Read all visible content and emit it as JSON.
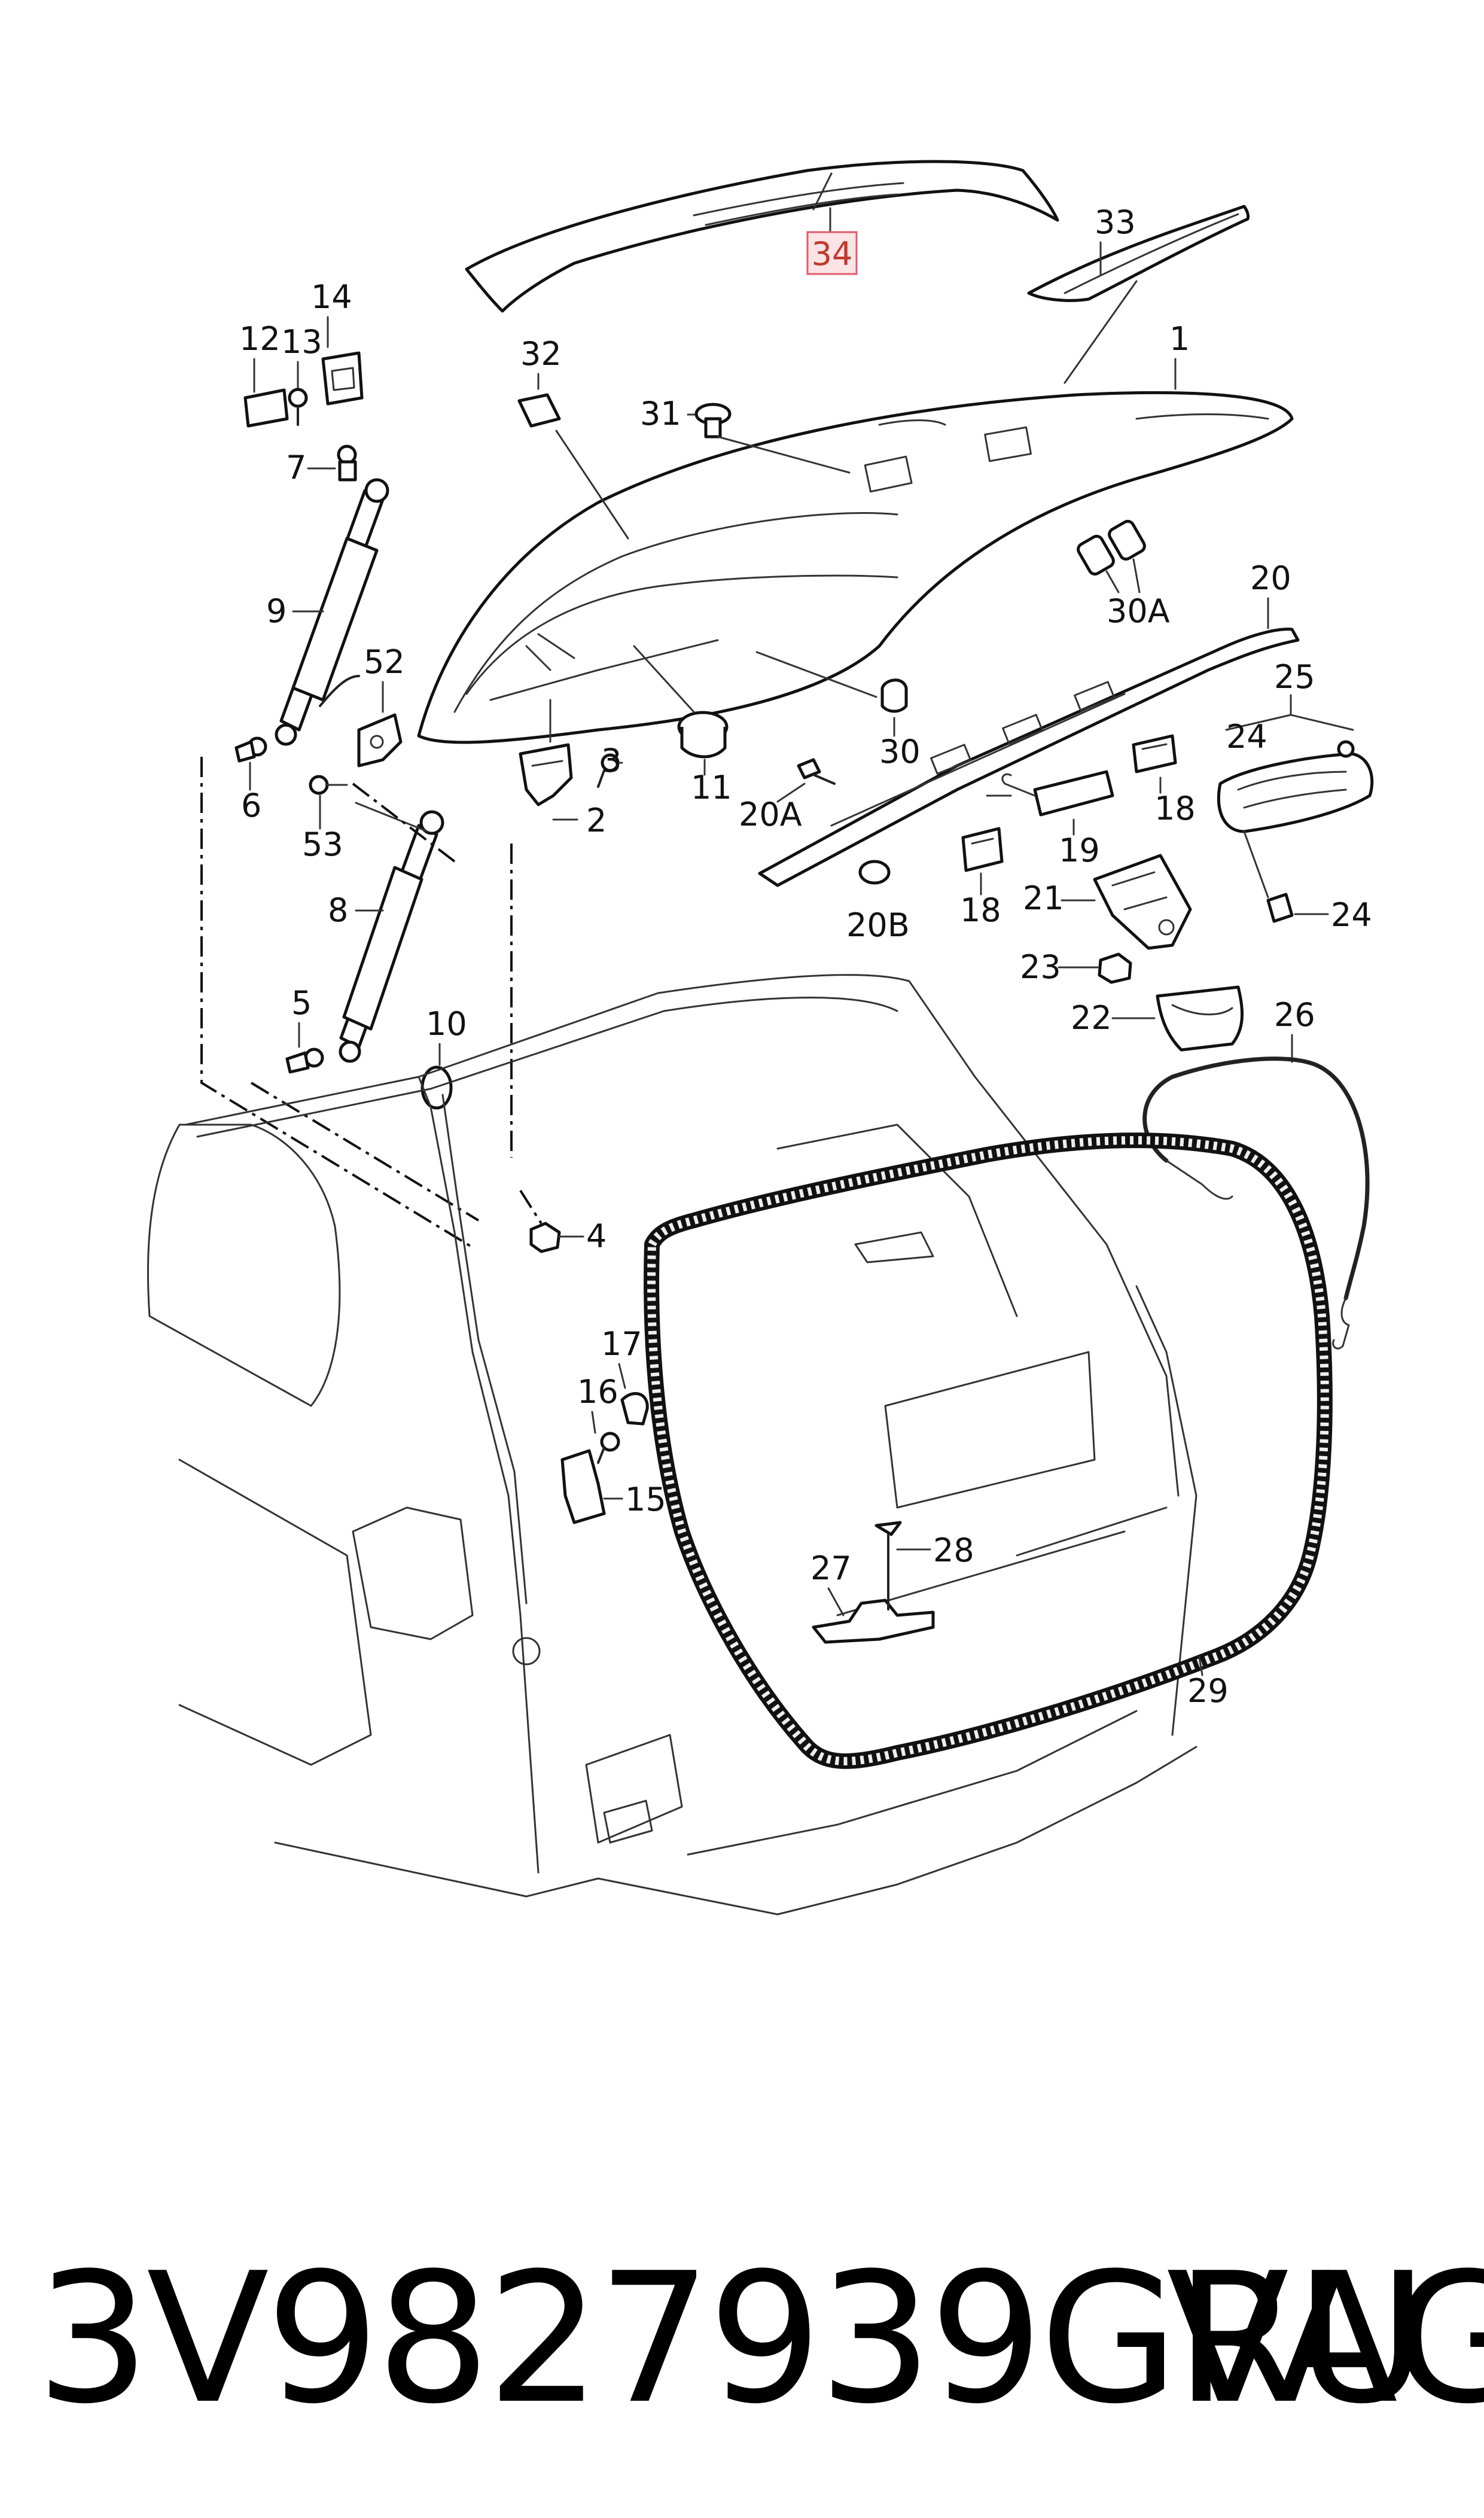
{
  "callouts": {
    "c1": "1",
    "c2": "2",
    "c3": "3",
    "c4": "4",
    "c5": "5",
    "c6": "6",
    "c7": "7",
    "c8": "8",
    "c9": "9",
    "c10": "10",
    "c11": "11",
    "c12": "12",
    "c13": "13",
    "c14": "14",
    "c15": "15",
    "c16": "16",
    "c17": "17",
    "c18a": "18",
    "c18b": "18",
    "c19": "19",
    "c20": "20",
    "c20a": "20A",
    "c20b": "20B",
    "c21": "21",
    "c22": "22",
    "c23": "23",
    "c24a": "24",
    "c24b": "24",
    "c25": "25",
    "c26": "26",
    "c27": "27",
    "c28": "28",
    "c29": "29",
    "c30": "30",
    "c30a": "30A",
    "c31": "31",
    "c32": "32",
    "c33": "33",
    "c34": "34",
    "c52": "52",
    "c53": "53"
  },
  "highlight_color": "#e05a6a",
  "highlight_fill": "#fbe3e6",
  "footer": {
    "part_number": "3V9827939GRU",
    "brand": "VAG"
  }
}
